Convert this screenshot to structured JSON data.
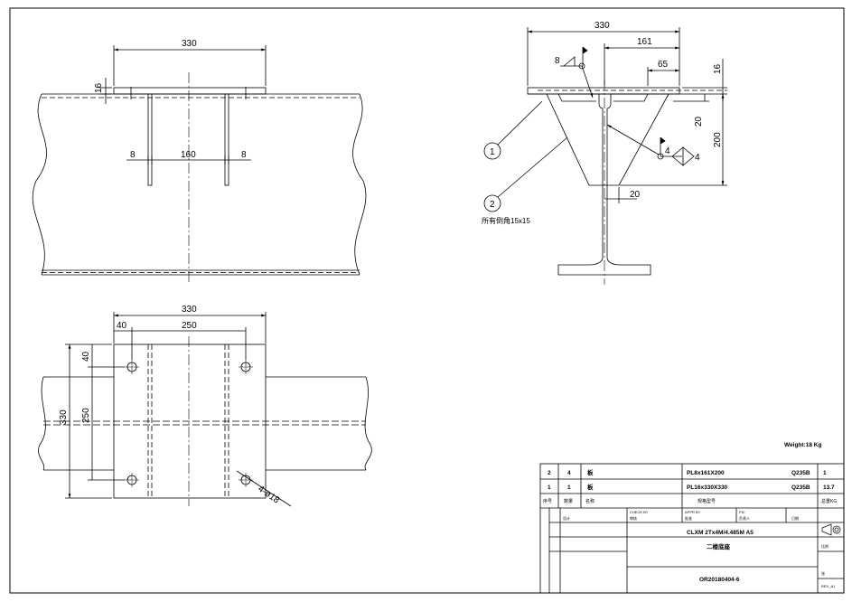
{
  "front_view": {
    "dim_plate_width": "330",
    "dim_plate_thickness": "16",
    "dim_rib_left": "8",
    "dim_rib_spacing": "160",
    "dim_rib_right": "8"
  },
  "plan_view": {
    "dim_overall_width": "330",
    "dim_edge_x": "40",
    "dim_hole_spacing_x": "250",
    "dim_overall_height": "330",
    "dim_edge_y": "40",
    "dim_hole_spacing_y": "250",
    "hole_callout": "4-ø18"
  },
  "side_view": {
    "dim_plate_width": "330",
    "dim_rib_extent": "161",
    "dim_rib_top": "65",
    "dim_plate_thickness": "16",
    "dim_chamfer": "20",
    "dim_rib_height": "200",
    "dim_rib_bottom": "20",
    "weld_size_top": "8",
    "weld_size_side_left": "4",
    "weld_size_side_right": "4",
    "balloon_1": "1",
    "balloon_2": "2",
    "note": "所有倒角15x15"
  },
  "title_block": {
    "weight": "Weight:18 Kg",
    "bom": [
      {
        "no": "2",
        "qty": "4",
        "name": "板",
        "spec": "PL8x161X200",
        "material": "Q235B",
        "weight": "1"
      },
      {
        "no": "1",
        "qty": "1",
        "name": "板",
        "spec": "PL16x330X330",
        "material": "Q235B",
        "weight": "13.7"
      }
    ],
    "bom_header": {
      "no": "序号",
      "qty": "数量",
      "name": "名称",
      "spec": "规格型号",
      "weight": "总重KG"
    },
    "check_by": "CHECK BY",
    "check_by_cn": "审核",
    "appr_by": "APPR BY",
    "appr_by_cn": "批准",
    "pic": "PIC",
    "pic_cn": "负责人",
    "drawn": "设计",
    "date": "日期",
    "project": "CLXM 2Tx4M/4.485M A5",
    "part_name": "二楼底座",
    "scale_label": "比例",
    "drawing_no": "OR20180404-6",
    "rev": "REV_A1",
    "sheet_label": "张"
  }
}
